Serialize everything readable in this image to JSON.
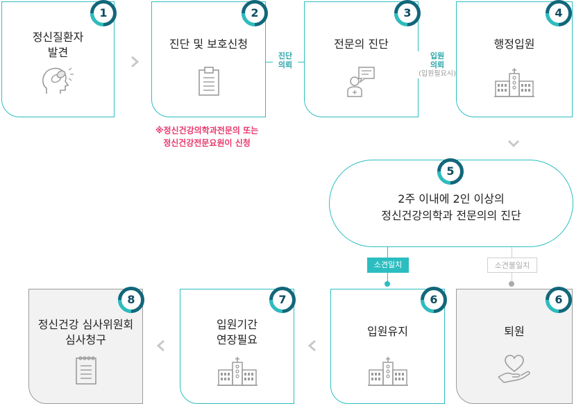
{
  "steps": [
    {
      "num": "1",
      "title_lines": [
        "정신질환자",
        "발견"
      ]
    },
    {
      "num": "2",
      "title_lines": [
        "진단 및 보호신청"
      ]
    },
    {
      "num": "3",
      "title_lines": [
        "전문의 진단"
      ]
    },
    {
      "num": "4",
      "title_lines": [
        "행정입원"
      ]
    },
    {
      "num": "5",
      "title_lines": [
        "2주 이내에 2인 이상의",
        "정신건강의학과 전문의의 진단"
      ]
    },
    {
      "num": "6",
      "title_lines": [
        "입원유지"
      ]
    },
    {
      "num": "6",
      "title_lines": [
        "퇴원"
      ]
    },
    {
      "num": "7",
      "title_lines": [
        "입원기간",
        "연장필요"
      ]
    },
    {
      "num": "8",
      "title_lines": [
        "정신건강 심사위원회",
        "심사청구"
      ]
    }
  ],
  "connectors": {
    "c23": [
      "진단",
      "의뢰"
    ],
    "c34": [
      "입원",
      "의뢰",
      "(입원필요시)"
    ]
  },
  "note_lines": [
    "※정신건강의학과전문의 또는",
    "정신건강전문요원이 신청"
  ],
  "branch": {
    "match": "소견일치",
    "mismatch": "소견불일치"
  },
  "colors": {
    "accent": "#2cbdc0",
    "dark": "#12677a",
    "pink": "#e8386d",
    "gray_bg": "#f2f2f2"
  },
  "icons": [
    "head-brain-icon",
    "clipboard-icon",
    "doctor-icon",
    "hospital-icon",
    "heart-hand-icon",
    "notepad-icon",
    "chevron-right-icon",
    "chevron-down-icon",
    "chevron-left-icon"
  ]
}
